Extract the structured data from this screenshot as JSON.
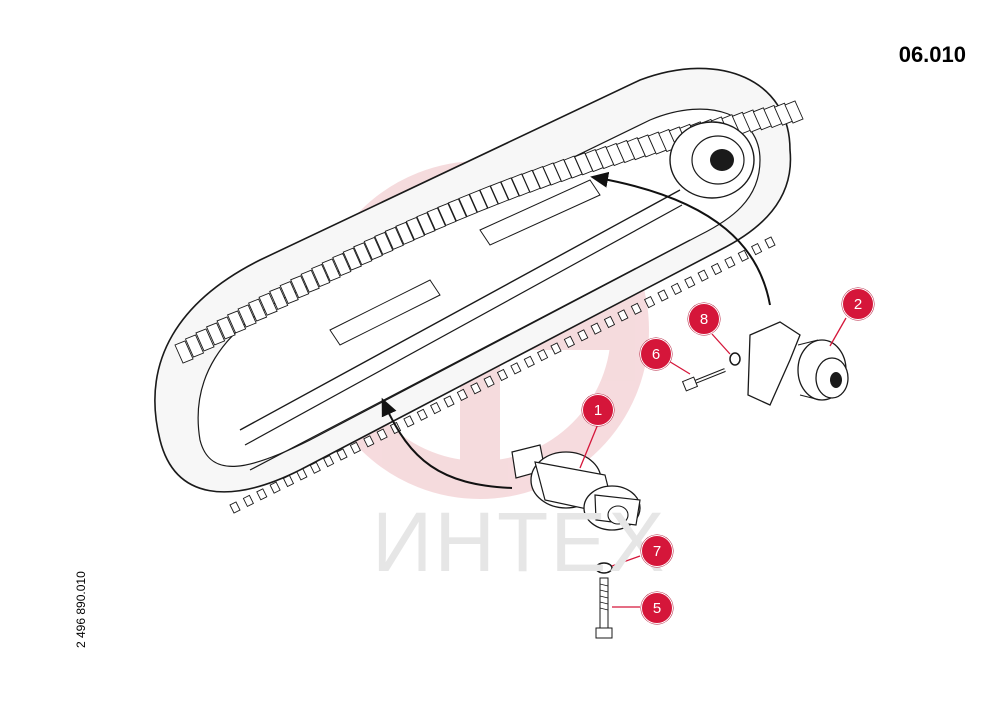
{
  "header": {
    "page_code": "06.010"
  },
  "footer": {
    "drawing_number": "2 496 890.010"
  },
  "watermark": {
    "text": "ИНТЕХ",
    "logo_color": "#f3d3d6",
    "text_color": "#e6e6e6"
  },
  "colors": {
    "callout": "#d5163a",
    "line": "#1a1a1a"
  },
  "callouts": [
    {
      "number": "1",
      "part": "track-roller"
    },
    {
      "number": "2",
      "part": "carrier-roller"
    },
    {
      "number": "5",
      "part": "roller-bolt"
    },
    {
      "number": "6",
      "part": "bracket-bolt"
    },
    {
      "number": "7",
      "part": "washer"
    },
    {
      "number": "8",
      "part": "spring-washer"
    }
  ]
}
